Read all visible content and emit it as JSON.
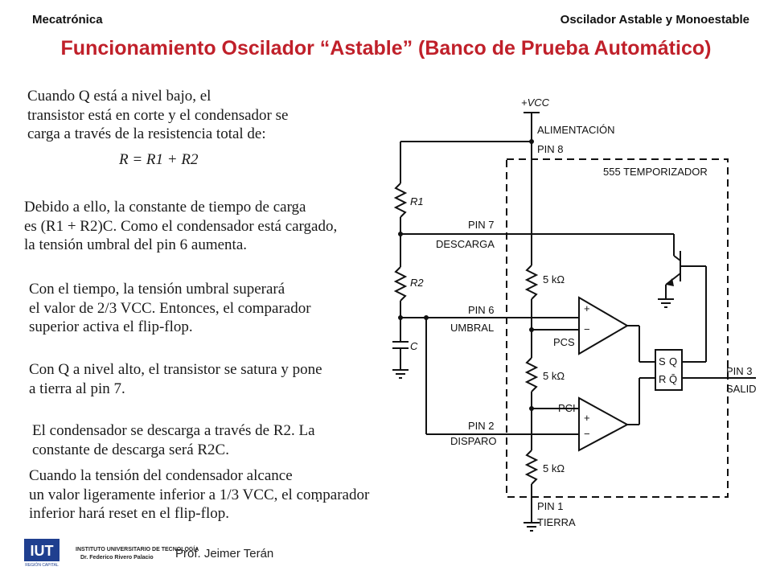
{
  "header": {
    "left": "Mecatrónica",
    "right": "Oscilador Astable y Monoestable"
  },
  "title": "Funcionamiento Oscilador “Astable” (Banco de Prueba Automático)",
  "paragraphs": [
    [
      "Cuando Q está a nivel bajo, el",
      "transistor está en corte y el condensador se",
      "carga a través de la resistencia total de:"
    ],
    [
      "Debido a ello, la constante de tiempo de carga",
      "es (R1 + R2)C. Como el condensador está cargado,",
      "la tensión umbral del pin 6 aumenta."
    ],
    [
      "Con el tiempo, la tensión umbral superará",
      "el valor de 2/3 VCC. Entonces, el comparador",
      "superior activa el flip-flop."
    ],
    [
      "Con Q a nivel alto, el transistor se satura y pone",
      "a tierra al pin 7."
    ],
    [
      "El condensador se descarga a través de R2. La",
      "constante de descarga será R2C."
    ],
    [
      "Cuando la tensión del condensador alcance",
      "un valor ligeramente inferior a 1/3 VCC, el comparador",
      "inferior hará reset en el flip-flop."
    ]
  ],
  "formula": "R = R1 + R2",
  "stray_mark": "·",
  "circuit": {
    "vcc": "+VCC",
    "alimentacion": "ALIMENTACIÓN",
    "pin8": "PIN 8",
    "temporizador": "555 TEMPORIZADOR",
    "r1": "R1",
    "r2": "R2",
    "c": "C",
    "pin7": "PIN 7",
    "descarga": "DESCARGA",
    "pin6": "PIN 6",
    "umbral": "UMBRAL",
    "pin2": "PIN 2",
    "disparo": "DISPARO",
    "pin3": "PIN 3",
    "salida": "SALIDA",
    "pin1": "PIN 1",
    "tierra": "TIERRA",
    "res_value": "5 kΩ",
    "pcs": "PCS",
    "pci": "PCI",
    "ff_s": "S",
    "ff_q": "Q",
    "ff_r": "R",
    "ff_qbar": "Q̄",
    "plus": "+",
    "minus": "−"
  },
  "footer": {
    "logo_text": "IUT",
    "logo_sub": "REGIÓN CAPITAL",
    "institute_line1": "INSTITUTO UNIVERSITARIO DE TECNOLOGÍA",
    "institute_line2": "Dr. Federico Rivero Palacio",
    "author": "Prof. Jeimer Terán"
  },
  "colors": {
    "title": "#c0202a",
    "text": "#1a1a1a",
    "logo": "#1f3f8f"
  }
}
